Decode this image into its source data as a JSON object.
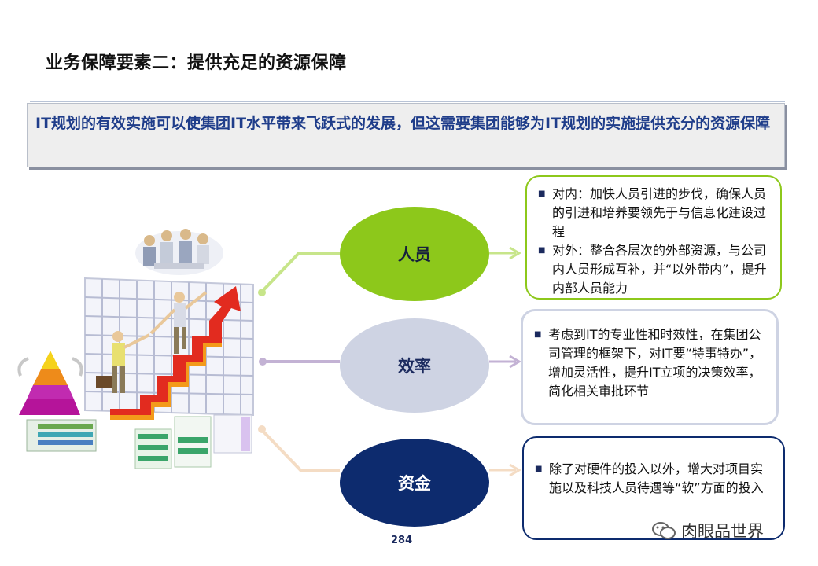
{
  "title": "业务保障要素二：提供充足的资源保障",
  "banner": "IT规划的有效实施可以使集团IT水平带来飞跃式的发展，但这需要集团能够为IT规划的实施提供充分的资源保障",
  "ellipses": {
    "people": "人员",
    "efficiency": "效率",
    "funds": "资金"
  },
  "boxes": {
    "people": [
      "对内：加快人员引进的步伐，确保人员的引进和培养要领先于与信息化建设过程",
      "对外：整合各层次的外部资源，与公司内人员形成互补，并“以外带内”，提升内部人员能力"
    ],
    "efficiency": [
      "考虑到IT的专业性和时效性，在集团公司管理的框架下，对IT要“特事特办”，增加灵活性，提升IT立项的决策效率，简化相关审批环节"
    ],
    "funds": [
      "除了对硬件的投入以外，增大对项目实施以及科技人员待遇等“软”方面的投入"
    ]
  },
  "bullet_symbol": "■",
  "page_number": "284",
  "watermark": "肉眼品世界",
  "colors": {
    "green": "#8dc81b",
    "lavender": "#ced3e3",
    "navy": "#0d2b6e",
    "banner_text": "#1f3d8a"
  }
}
